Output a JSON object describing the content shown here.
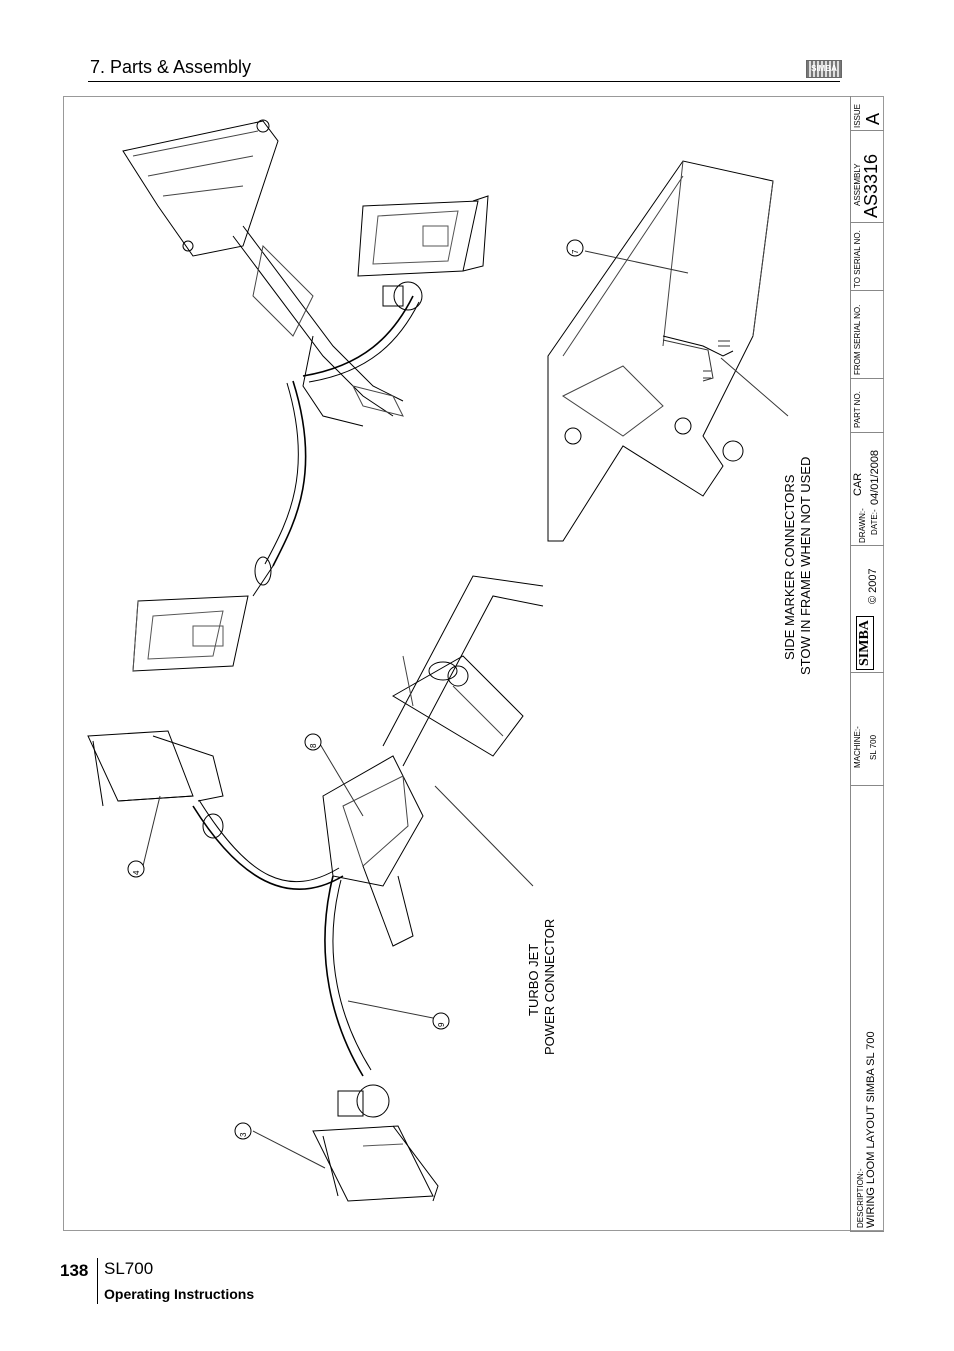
{
  "header": {
    "section_title": "7. Parts & Assembly",
    "logo_text": "SIMBA"
  },
  "drawing": {
    "callouts": [
      "7",
      "8",
      "4",
      "3",
      "9"
    ],
    "notes": {
      "side_marker_line1": "SIDE MARKER CONNECTORS",
      "side_marker_line2": "STOW IN FRAME WHEN NOT USED",
      "turbo_line1": "TURBO JET",
      "turbo_line2": "POWER CONNECTOR"
    }
  },
  "title_block": {
    "issue_label": "ISSUE",
    "issue_value": "A",
    "assembly_label": "ASSEMBLY",
    "assembly_value": "AS3316",
    "to_serial_label": "TO SERIAL NO.",
    "from_serial_label": "FROM SERIAL NO.",
    "part_no_label": "PART NO.",
    "drawn_label": "DRAWN:-",
    "drawn_value": "CAR",
    "date_label": "DATE:-",
    "date_value": "04/01/2008",
    "copyright": "© 2007",
    "logo_text": "SIMBA",
    "machine_label": "MACHINE:-",
    "machine_value": "SL 700",
    "description_label": "DESCRIPTION:-",
    "description_value": "WIRING LOOM LAYOUT SIMBA SL 700"
  },
  "footer": {
    "page_number": "138",
    "model": "SL700",
    "subtitle": "Operating Instructions"
  }
}
